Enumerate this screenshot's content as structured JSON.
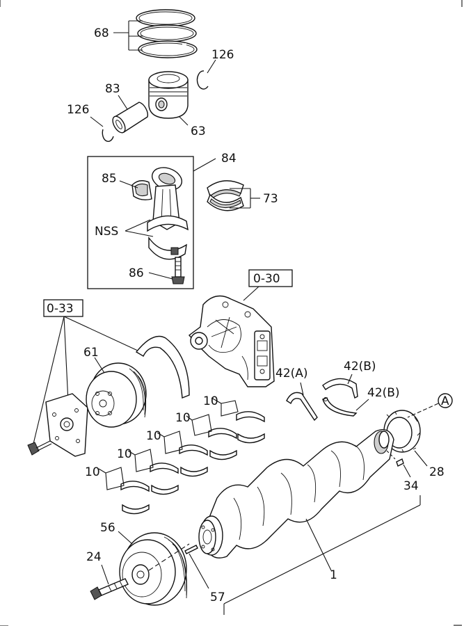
{
  "labels": {
    "piston_rings": "68",
    "snap_ring_top": "126",
    "piston_pin": "83",
    "snap_ring_left": "126",
    "piston": "63",
    "conrod_assy": "84",
    "conrod_cap": "85",
    "conrod_bearing": "73",
    "nss": "NSS",
    "conrod_bolt": "86",
    "ref_water_pump": "0-30",
    "ref_timing": "0-33",
    "damper_pulley": "61",
    "thrust_a": "42(A)",
    "thrust_b1": "42(B)",
    "thrust_b2": "42(B)",
    "ref_a": "A",
    "sensor_ring": "28",
    "main_bearing_1": "10",
    "main_bearing_2": "10",
    "main_bearing_3": "10",
    "main_bearing_4": "10",
    "main_bearing_5": "10",
    "dowel": "34",
    "crank_pulley": "56",
    "bolt": "24",
    "crankshaft": "1",
    "pin": "57"
  }
}
